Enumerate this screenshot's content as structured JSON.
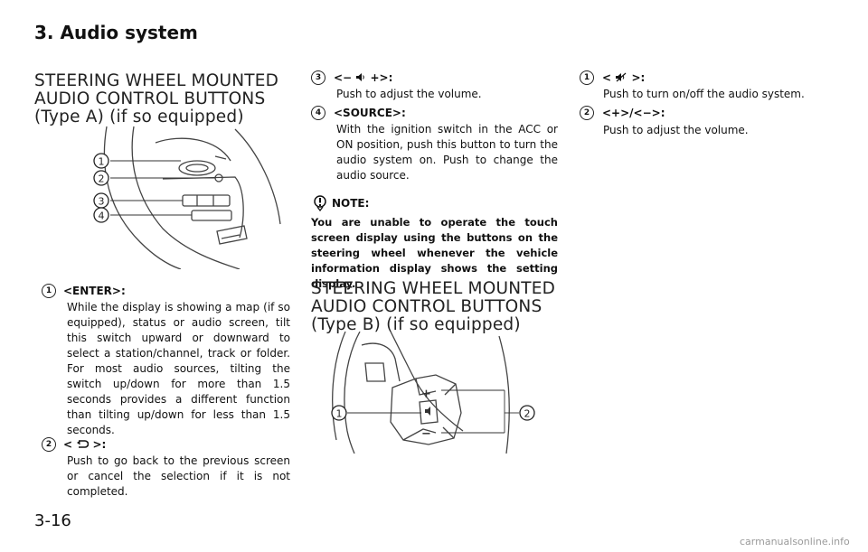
{
  "chapter_title": "3. Audio system",
  "sections": {
    "type_a": {
      "heading_lines": [
        "STEERING WHEEL MOUNTED",
        "AUDIO CONTROL BUTTONS",
        "(Type A) (if so equipped)"
      ],
      "callouts": [
        "1",
        "2",
        "3",
        "4"
      ],
      "items": [
        {
          "num": "1",
          "label": "<ENTER>:",
          "text": "While the display is showing a map (if so equipped), status or audio screen, tilt this switch upward or downward to select a station/channel, track or folder. For most audio sources, tilting the switch up/down for more than 1.5 seconds provides a different function than tilting up/down for less than 1.5 seconds."
        },
        {
          "num": "2",
          "label_pre": "<",
          "label_post": ">:",
          "text": "Push to go back to the previous screen or cancel the selection if it is not completed."
        },
        {
          "num": "3",
          "label_pre": "<−",
          "label_post": "+>:",
          "text": "Push to adjust the volume."
        },
        {
          "num": "4",
          "label": "<SOURCE>:",
          "text": "With the ignition switch in the ACC or ON position, push this button to turn the audio system on. Push to change the audio source."
        }
      ],
      "note": {
        "label": "NOTE:",
        "text": "You are unable to operate the touch screen display using the buttons on the steering wheel whenever the vehicle information display shows the setting display."
      }
    },
    "type_b": {
      "heading_lines": [
        "STEERING WHEEL MOUNTED",
        "AUDIO CONTROL BUTTONS",
        "(Type B) (if so equipped)"
      ],
      "callouts": [
        "1",
        "2"
      ],
      "items": [
        {
          "num": "1",
          "label_pre": "<",
          "label_post": ">:",
          "text": "Push to turn on/off the audio system."
        },
        {
          "num": "2",
          "label": "<+>/<−>:",
          "text": "Push to adjust the volume."
        }
      ]
    }
  },
  "page_number": "3-16",
  "watermark": "carmanualsonline.info",
  "icons": {
    "back": "back-arrow-icon",
    "volume": "speaker-icon",
    "mute": "speaker-mute-icon",
    "note": "note-pencil-icon"
  }
}
